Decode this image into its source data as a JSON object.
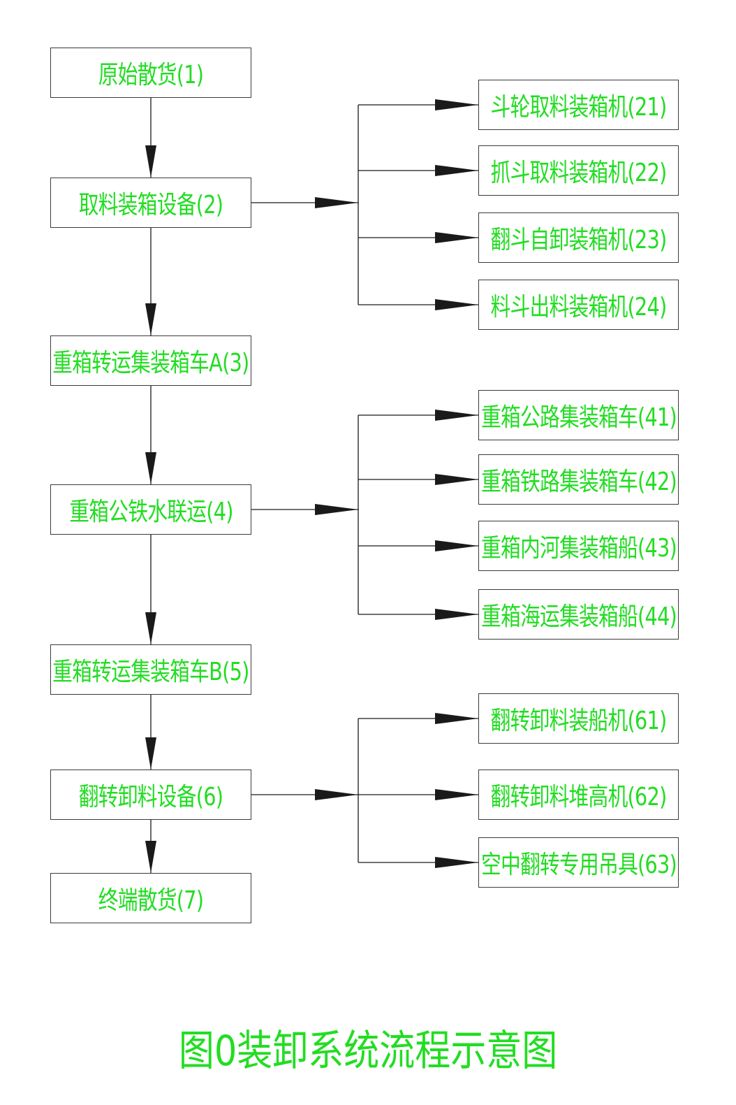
{
  "colors": {
    "text": "#22dd22",
    "line": "#1a1a1a",
    "border": "#3a3a3a"
  },
  "main_steps": [
    {
      "id": "s1",
      "label": "原始散货(1)"
    },
    {
      "id": "s2",
      "label": "取料装箱设备(2)"
    },
    {
      "id": "s3",
      "label": "重箱转运集装箱车A(3)"
    },
    {
      "id": "s4",
      "label": "重箱公铁水联运(4)"
    },
    {
      "id": "s5",
      "label": "重箱转运集装箱车B(5)"
    },
    {
      "id": "s6",
      "label": "翻转卸料设备(6)"
    },
    {
      "id": "s7",
      "label": "终端散货(7)"
    }
  ],
  "branch_groups": [
    {
      "parent": "s2",
      "items": [
        {
          "id": "b21",
          "label": "斗轮取料装箱机(21)"
        },
        {
          "id": "b22",
          "label": "抓斗取料装箱机(22)"
        },
        {
          "id": "b23",
          "label": "翻斗自卸装箱机(23)"
        },
        {
          "id": "b24",
          "label": "料斗出料装箱机(24)"
        }
      ]
    },
    {
      "parent": "s4",
      "items": [
        {
          "id": "b41",
          "label": "重箱公路集装箱车(41)"
        },
        {
          "id": "b42",
          "label": "重箱铁路集装箱车(42)"
        },
        {
          "id": "b43",
          "label": "重箱内河集装箱船(43)"
        },
        {
          "id": "b44",
          "label": "重箱海运集装箱船(44)"
        }
      ]
    },
    {
      "parent": "s6",
      "items": [
        {
          "id": "b61",
          "label": "翻转卸料装船机(61)"
        },
        {
          "id": "b62",
          "label": "翻转卸料堆高机(62)"
        },
        {
          "id": "b63",
          "label": "空中翻转专用吊具(63)"
        }
      ]
    }
  ],
  "caption": "图0装卸系统流程示意图"
}
